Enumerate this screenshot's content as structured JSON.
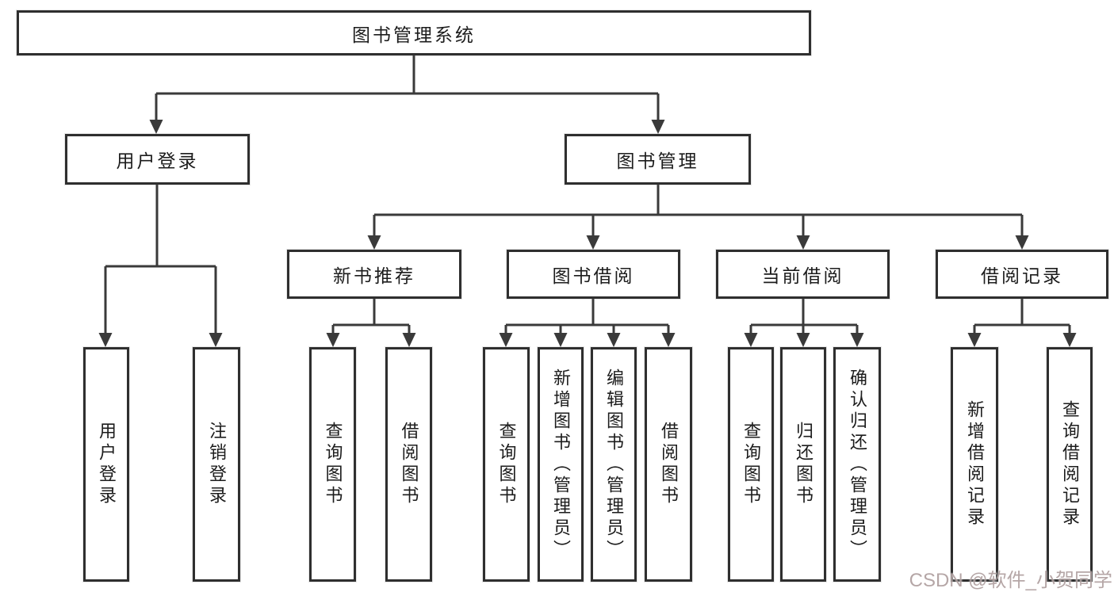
{
  "diagram": {
    "root": {
      "label": "图书管理系统"
    },
    "branches": {
      "user_login": {
        "label": "用户登录",
        "children": [
          {
            "label": "用户登录"
          },
          {
            "label": "注销登录"
          }
        ]
      },
      "book_management": {
        "label": "图书管理",
        "children": [
          {
            "label": "新书推荐",
            "children": [
              {
                "label": "查询图书"
              },
              {
                "label": "借阅图书"
              }
            ]
          },
          {
            "label": "图书借阅",
            "children": [
              {
                "label": "查询图书"
              },
              {
                "label": "新增图书（管理员）"
              },
              {
                "label": "编辑图书（管理员）"
              },
              {
                "label": "借阅图书"
              }
            ]
          },
          {
            "label": "当前借阅",
            "children": [
              {
                "label": "查询图书"
              },
              {
                "label": "归还图书"
              },
              {
                "label": "确认归还（管理员）"
              }
            ]
          },
          {
            "label": "借阅记录",
            "children": [
              {
                "label": "新增借阅记录"
              },
              {
                "label": "查询借阅记录"
              }
            ]
          }
        ]
      }
    },
    "watermark": {
      "text": "CSDN @软件_小贺同学"
    },
    "colors": {
      "background": "#ffffff",
      "box_border": "#2f2f2f",
      "connector_line": "#3a3a3a",
      "text": "#1c1c1c",
      "watermark_text": "#a89696"
    }
  }
}
